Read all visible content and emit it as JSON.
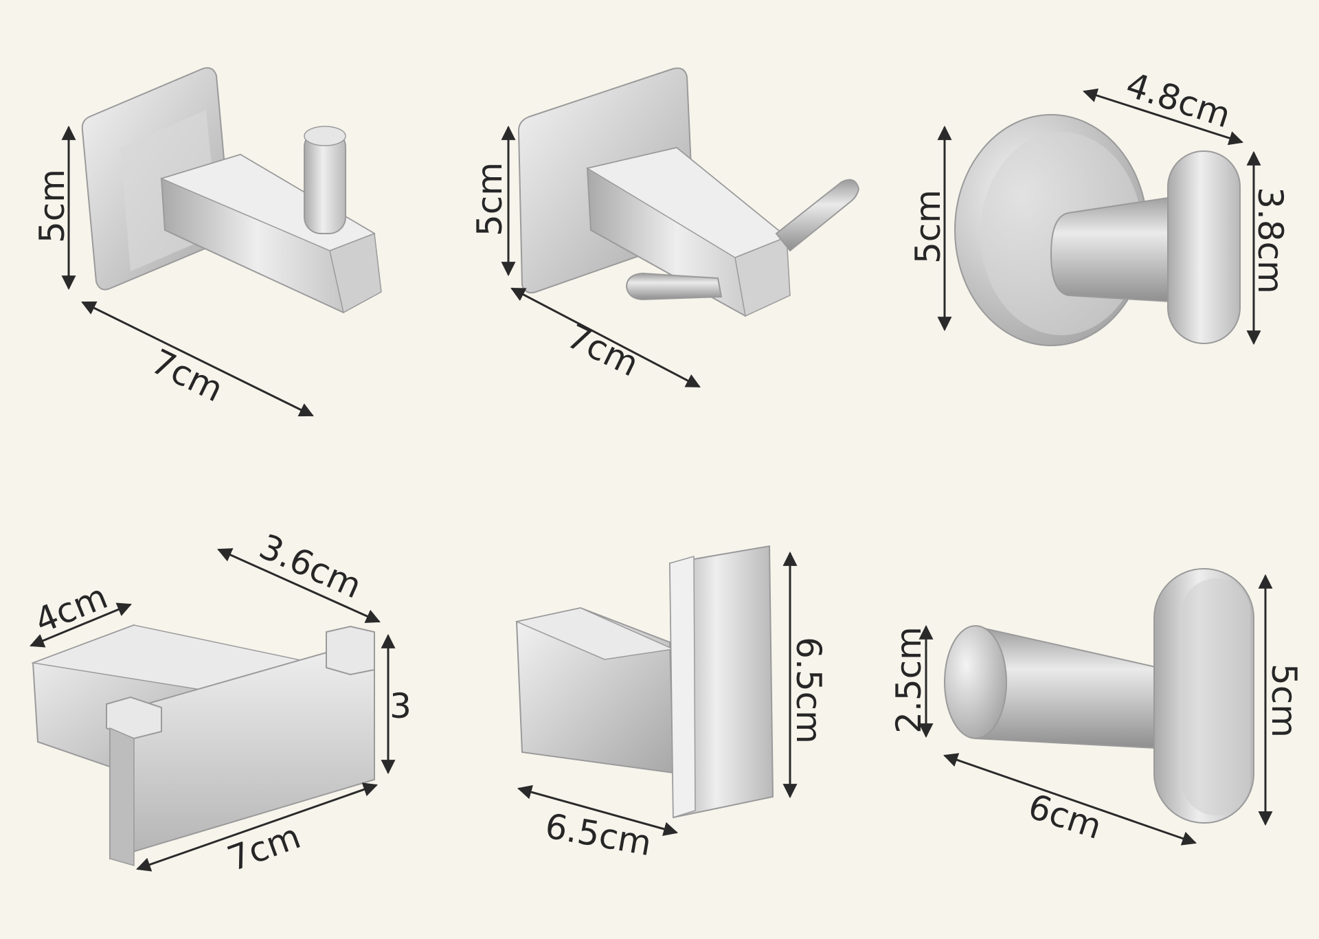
{
  "colors": {
    "background": "#f7f4ec",
    "steel_light": "#e8e8e8",
    "steel_mid": "#c4c4c4",
    "steel_dark": "#8d8d8d",
    "line": "#2a2a2a"
  },
  "hooks": [
    {
      "name": "square-hook-single-peg",
      "labels": {
        "height": "5cm",
        "length": "7cm"
      }
    },
    {
      "name": "square-hook-angled-peg",
      "labels": {
        "height": "5cm",
        "length": "7cm"
      }
    },
    {
      "name": "round-hook",
      "labels": {
        "diameter": "4.8cm",
        "height": "5cm",
        "tip": "3.8cm"
      }
    },
    {
      "name": "double-prong-hook",
      "labels": {
        "width": "4cm",
        "depth": "3.6cm",
        "height": "3",
        "length": "7cm"
      }
    },
    {
      "name": "block-hook",
      "labels": {
        "height": "6.5cm",
        "length": "6.5cm"
      }
    },
    {
      "name": "round-bar-hook",
      "labels": {
        "diameter": "2.5cm",
        "height": "5cm",
        "length": "6cm"
      }
    }
  ]
}
